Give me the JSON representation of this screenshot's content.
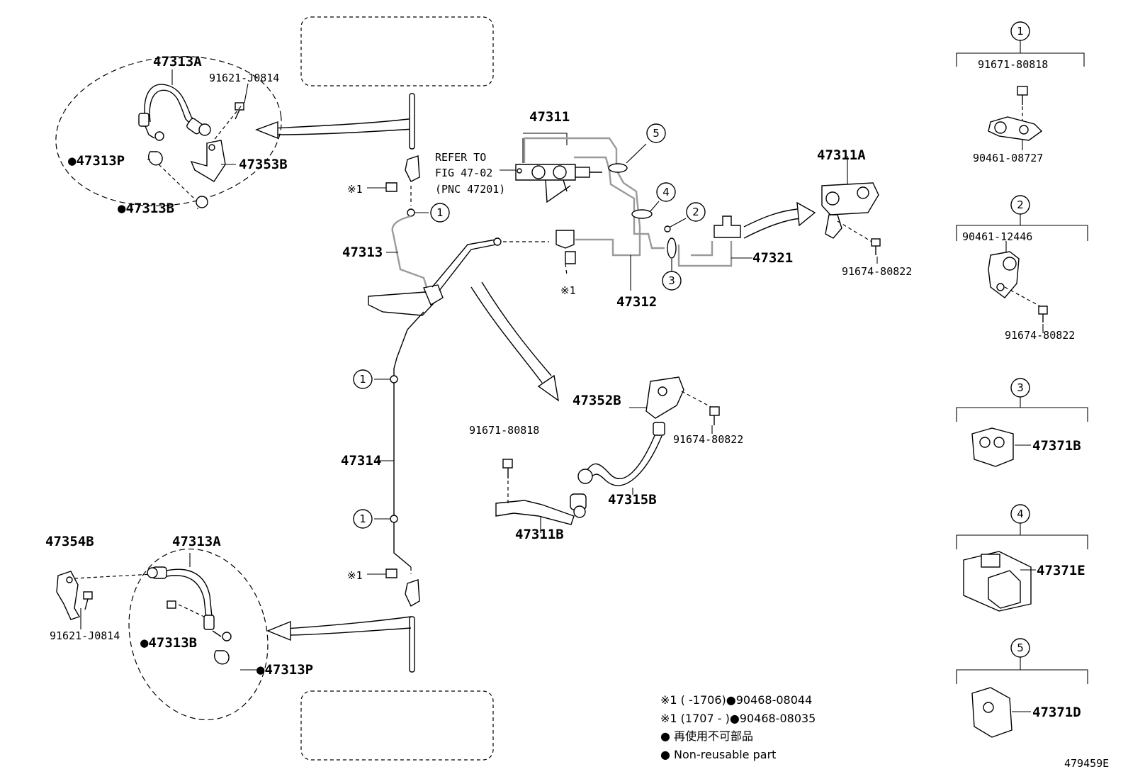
{
  "labels": {
    "p_47313A_top": "47313A",
    "p_91621_top": "91621-J0814",
    "p_47313P_top": "●47313P",
    "p_47353B": "47353B",
    "p_47313B_top": "●47313B",
    "p_47311": "47311",
    "refer_1": "REFER TO",
    "refer_2": "FIG 47-02",
    "refer_3": "(PNC 47201)",
    "x1_top": "※1",
    "p_47313": "47313",
    "p_47312": "47312",
    "x1_mid": "※1",
    "p_47321": "47321",
    "p_47311A": "47311A",
    "p_91674_mid": "91674-80822",
    "p_47314": "47314",
    "p_47352B": "47352B",
    "p_91674_b": "91674-80822",
    "p_91671_mid": "91671-80818",
    "p_47315B": "47315B",
    "p_47311B": "47311B",
    "p_47354B": "47354B",
    "p_47313A_bot": "47313A",
    "p_91621_bot": "91621-J0814",
    "p_47313B_bot": "●47313B",
    "p_47313P_bot": "●47313P",
    "x1_bot": "※1",
    "c1_top_part": "91671-80818",
    "c1_bot_part": "90461-08727",
    "c2_top_part": "90461-12446",
    "c2_bot_part": "91674-80822",
    "c3_part": "47371B",
    "c4_part": "47371E",
    "c5_part": "47371D",
    "ref_code": "479459E"
  },
  "circles": {
    "one": "1",
    "two": "2",
    "three": "3",
    "four": "4",
    "five": "5"
  },
  "notes": {
    "line1": "※1 (      -1706)●90468-08044",
    "line2": "※1 (1707 -      )●90468-08035",
    "line3": "● 再使用不可部品",
    "line4": "● Non-reusable part"
  }
}
